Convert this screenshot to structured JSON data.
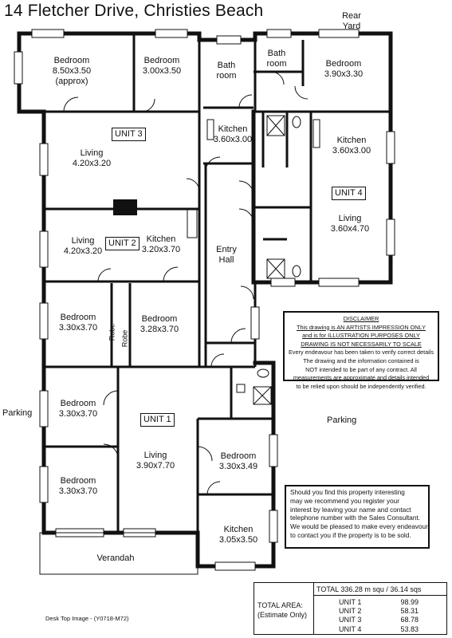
{
  "title": "14 Fletcher Drive, Christies Beach",
  "rear_yard": [
    "Rear",
    "Yard"
  ],
  "parking_left": "Parking",
  "parking_right": "Parking",
  "verandah": "Verandah",
  "rooms": {
    "bedroom_1": {
      "name": "Bedroom",
      "dims": "8.50x3.50",
      "note": "(approx)"
    },
    "bedroom_2": {
      "name": "Bedroom",
      "dims": "3.00x3.50"
    },
    "bath_1": {
      "name": "Bath",
      "line2": "room"
    },
    "bath_2": {
      "name": "Bath",
      "line2": "room"
    },
    "bedroom_u4": {
      "name": "Bedroom",
      "dims": "3.90x3.30"
    },
    "kitchen_mid": {
      "name": "Kitchen",
      "dims": "3.60x3.00"
    },
    "living_u3": {
      "name": "Living",
      "dims": "4.20x3.20"
    },
    "kitchen_u4": {
      "name": "Kitchen",
      "dims": "3.60x3.00"
    },
    "living_u4": {
      "name": "Living",
      "dims": "3.60x4.70"
    },
    "living_u2": {
      "name": "Living",
      "dims": "4.20x3.20"
    },
    "kitchen_u2": {
      "name": "Kitchen",
      "dims": "3.20x3.70"
    },
    "entry_hall": {
      "name": "Entry",
      "line2": "Hall"
    },
    "bedroom_u2a": {
      "name": "Bedroom",
      "dims": "3.30x3.70"
    },
    "bedroom_u2b": {
      "name": "Bedroom",
      "dims": "3.28x3.70"
    },
    "robe_1": "Robe",
    "robe_2": "Robe",
    "bedroom_u1a": {
      "name": "Bedroom",
      "dims": "3.30x3.70"
    },
    "bedroom_u1b": {
      "name": "Bedroom",
      "dims": "3.30x3.70"
    },
    "living_u1": {
      "name": "Living",
      "dims": "3.90x7.70"
    },
    "bedroom_u1c": {
      "name": "Bedroom",
      "dims": "3.30x3.49"
    },
    "kitchen_u1": {
      "name": "Kitchen",
      "dims": "3.05x3.50"
    }
  },
  "units": {
    "u1": "UNIT 1",
    "u2": "UNIT 2",
    "u3": "UNIT 3",
    "u4": "UNIT 4"
  },
  "disclaimer": {
    "heading": "DISCLAIMER",
    "line1": "This drawing is AN ARTISTS IMPRESSION ONLY",
    "line2": "and is for ILLUSTRATION PURPOSES ONLY",
    "line3": "DRAWING IS NOT NECESSARILY TO SCALE",
    "line4": "Every endeavour has been taken to verify correct details",
    "line5": "The drawing and the information contained is",
    "line6": "NOT intended to be part of any contract. All",
    "line7": "measurements are approximate and details intended",
    "line8": "to be relied upon should be independently verified."
  },
  "notice": [
    "Should you find this property interesting",
    "may we recommend you register your",
    "interest by leaving your name and contact",
    "telephone number with the Sales Consultant.",
    "We would be pleased to make every endeavour",
    "to contact you if the property is to be sold."
  ],
  "area": {
    "total": "TOTAL 336.28 m squ / 36.14 sqs",
    "label": "TOTAL AREA:",
    "sublabel": "(Estimate Only)",
    "rows": [
      {
        "unit": "UNIT 1",
        "value": "98.99"
      },
      {
        "unit": "UNIT 2",
        "value": "58.31"
      },
      {
        "unit": "UNIT 3",
        "value": "68.78"
      },
      {
        "unit": "UNIT 4",
        "value": "53.83"
      }
    ]
  },
  "footer": "Desk Top Image - (Y0718-M72)"
}
